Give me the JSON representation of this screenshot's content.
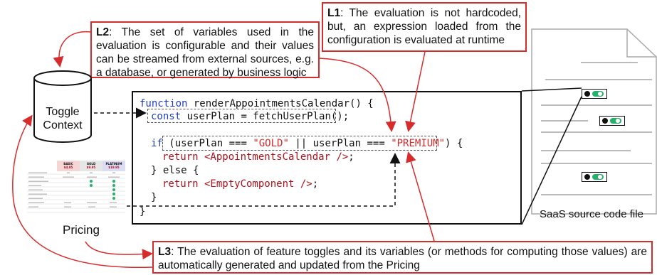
{
  "callouts": {
    "l1": {
      "label": "L1",
      "text": ": The evaluation is not hardcoded, but, an expression loaded from the configuration is evaluated at runtime"
    },
    "l2": {
      "label": "L2",
      "text": ": The set of variables used in the evaluation is configurable and their values can be streamed from external sources, e.g. a database, or generated by business logic"
    },
    "l3": {
      "label": "L3",
      "text": ": The evaluation of feature toggles and its variables (or methods for computing those values) are automatically generated and updated from the Pricing"
    }
  },
  "toggle_context": {
    "line1": "Toggle",
    "line2": "Context"
  },
  "code": {
    "fn_kw": "function",
    "fn_name": " renderAppointmentsCalendar() {",
    "const_kw": "const",
    "const_rest": " userPlan = fetchUserPlan();",
    "if_kw": "if",
    "cond_a": "(userPlan === ",
    "gold": "\"GOLD\"",
    "cond_b": " || userPlan === ",
    "premium": "\"PREMIUM\"",
    "cond_c": ")",
    "brace_open": " {",
    "return1_kw": "return",
    "return1_tag": " <AppointmentsCalendar />",
    "semi": ";",
    "else_line": "} else {",
    "return2_kw": "return",
    "return2_tag": " <EmptyComponent />",
    "close_inner": "}",
    "close_outer": "}"
  },
  "pricing": {
    "label": "Pricing",
    "plans": [
      {
        "name": "BASIC",
        "price": "$4.95"
      },
      {
        "name": "GOLD",
        "price": "$9.95"
      },
      {
        "name": "PLATINUM",
        "price": "$19.95"
      }
    ],
    "colors": {
      "basic": "#f6d5d5",
      "gold": "#e6e6e6",
      "platinum": "#dcdcf3"
    }
  },
  "saas": {
    "label": "SaaS source code file"
  },
  "colors": {
    "accent_red": "#d62c2c",
    "keyword_blue": "#1f3fbf",
    "toggle_green": "#27b06a"
  }
}
